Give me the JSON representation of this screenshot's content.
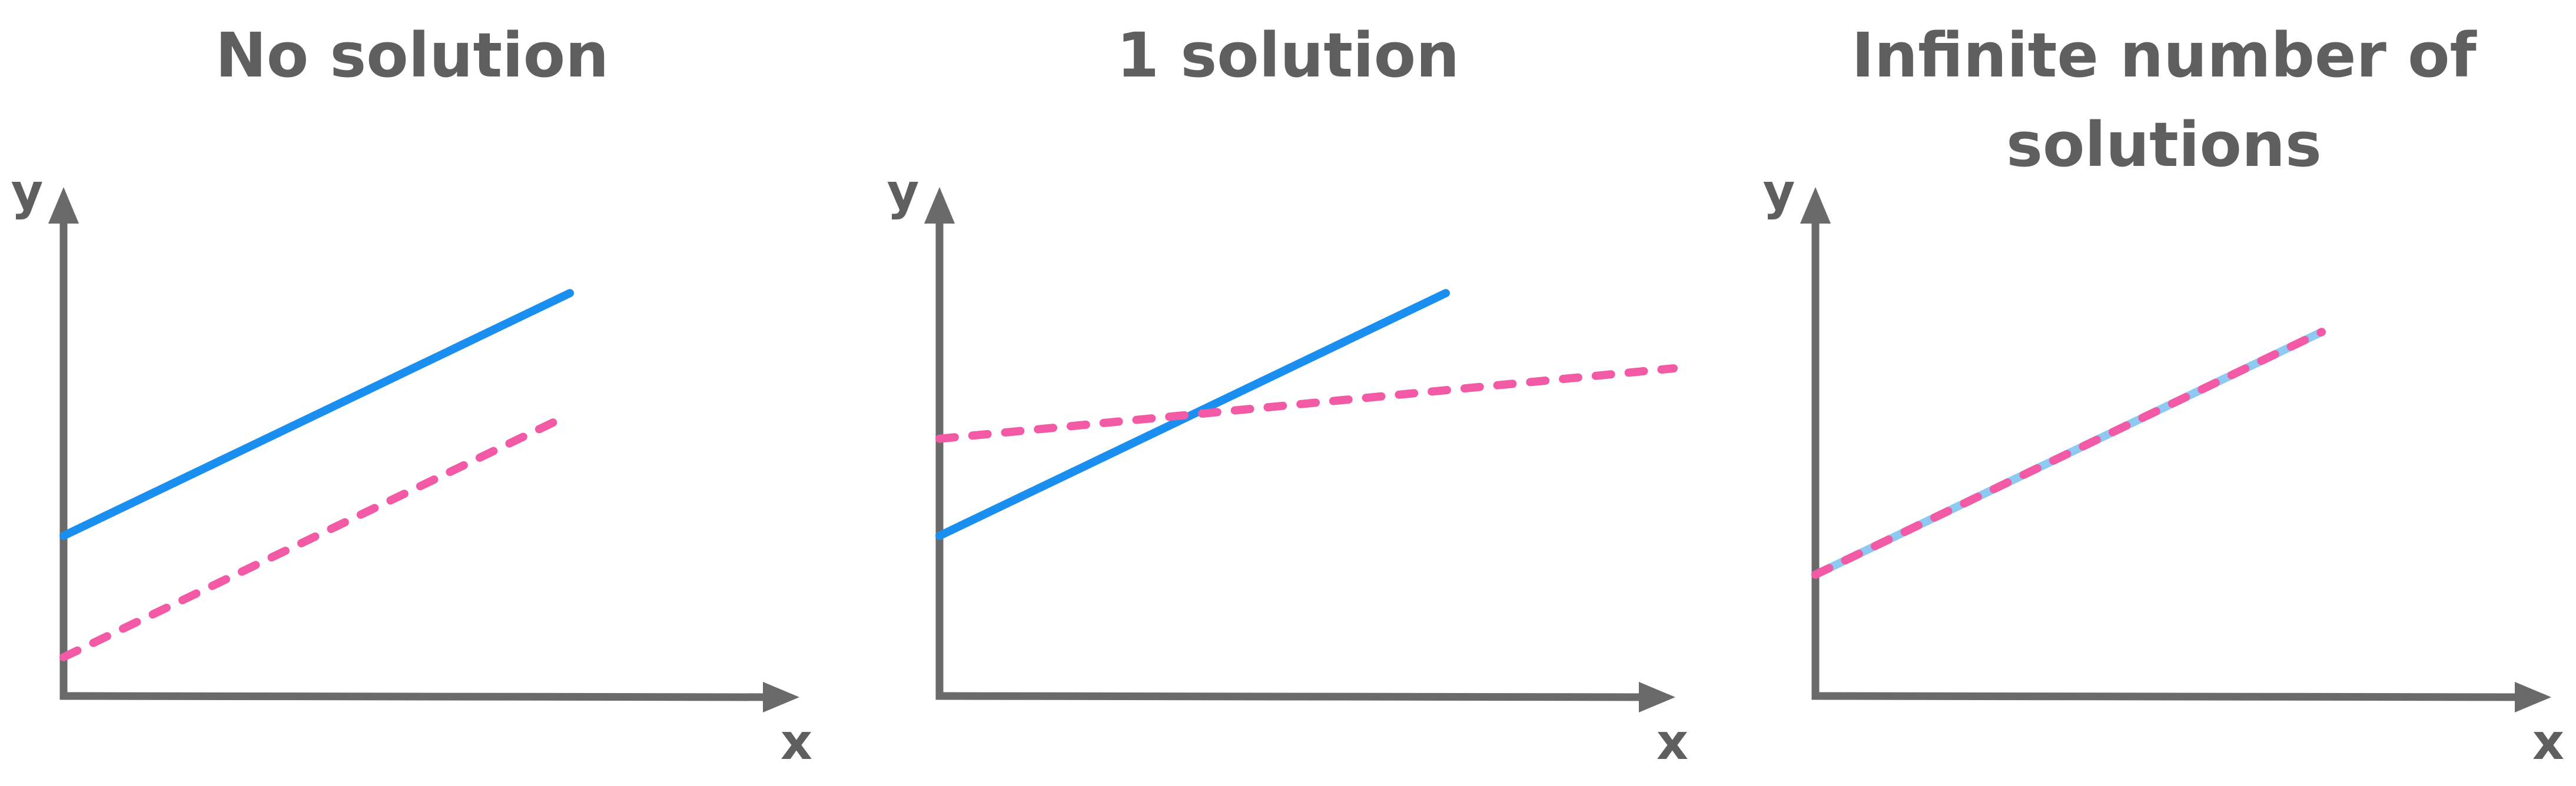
{
  "colors": {
    "axis": "#6a6a6a",
    "title": "#5f5f5f",
    "solid_line": "#1a8ff0",
    "dashed_line": "#f25aa6",
    "overlap_line": "#8ec9f2",
    "background": "#ffffff"
  },
  "panels": [
    {
      "title_lines": [
        "No solution"
      ],
      "x_label": "x",
      "y_label": "y",
      "solid_line": {
        "intercept": 0.33,
        "slope": 0.5
      },
      "dashed_line": {
        "intercept": 0.08,
        "slope": 0.5
      },
      "relationship": "parallel"
    },
    {
      "title_lines": [
        "1 solution"
      ],
      "x_label": "x",
      "y_label": "y",
      "solid_line": {
        "intercept": 0.33,
        "slope": 0.5
      },
      "dashed_line": {
        "intercept": 0.53,
        "slope": 0.1
      },
      "relationship": "intersecting"
    },
    {
      "title_lines": [
        "Infinite number of",
        "solutions"
      ],
      "x_label": "x",
      "y_label": "y",
      "solid_line": {
        "intercept": 0.25,
        "slope": 0.5
      },
      "dashed_line": {
        "intercept": 0.25,
        "slope": 0.5
      },
      "relationship": "coincident"
    }
  ]
}
